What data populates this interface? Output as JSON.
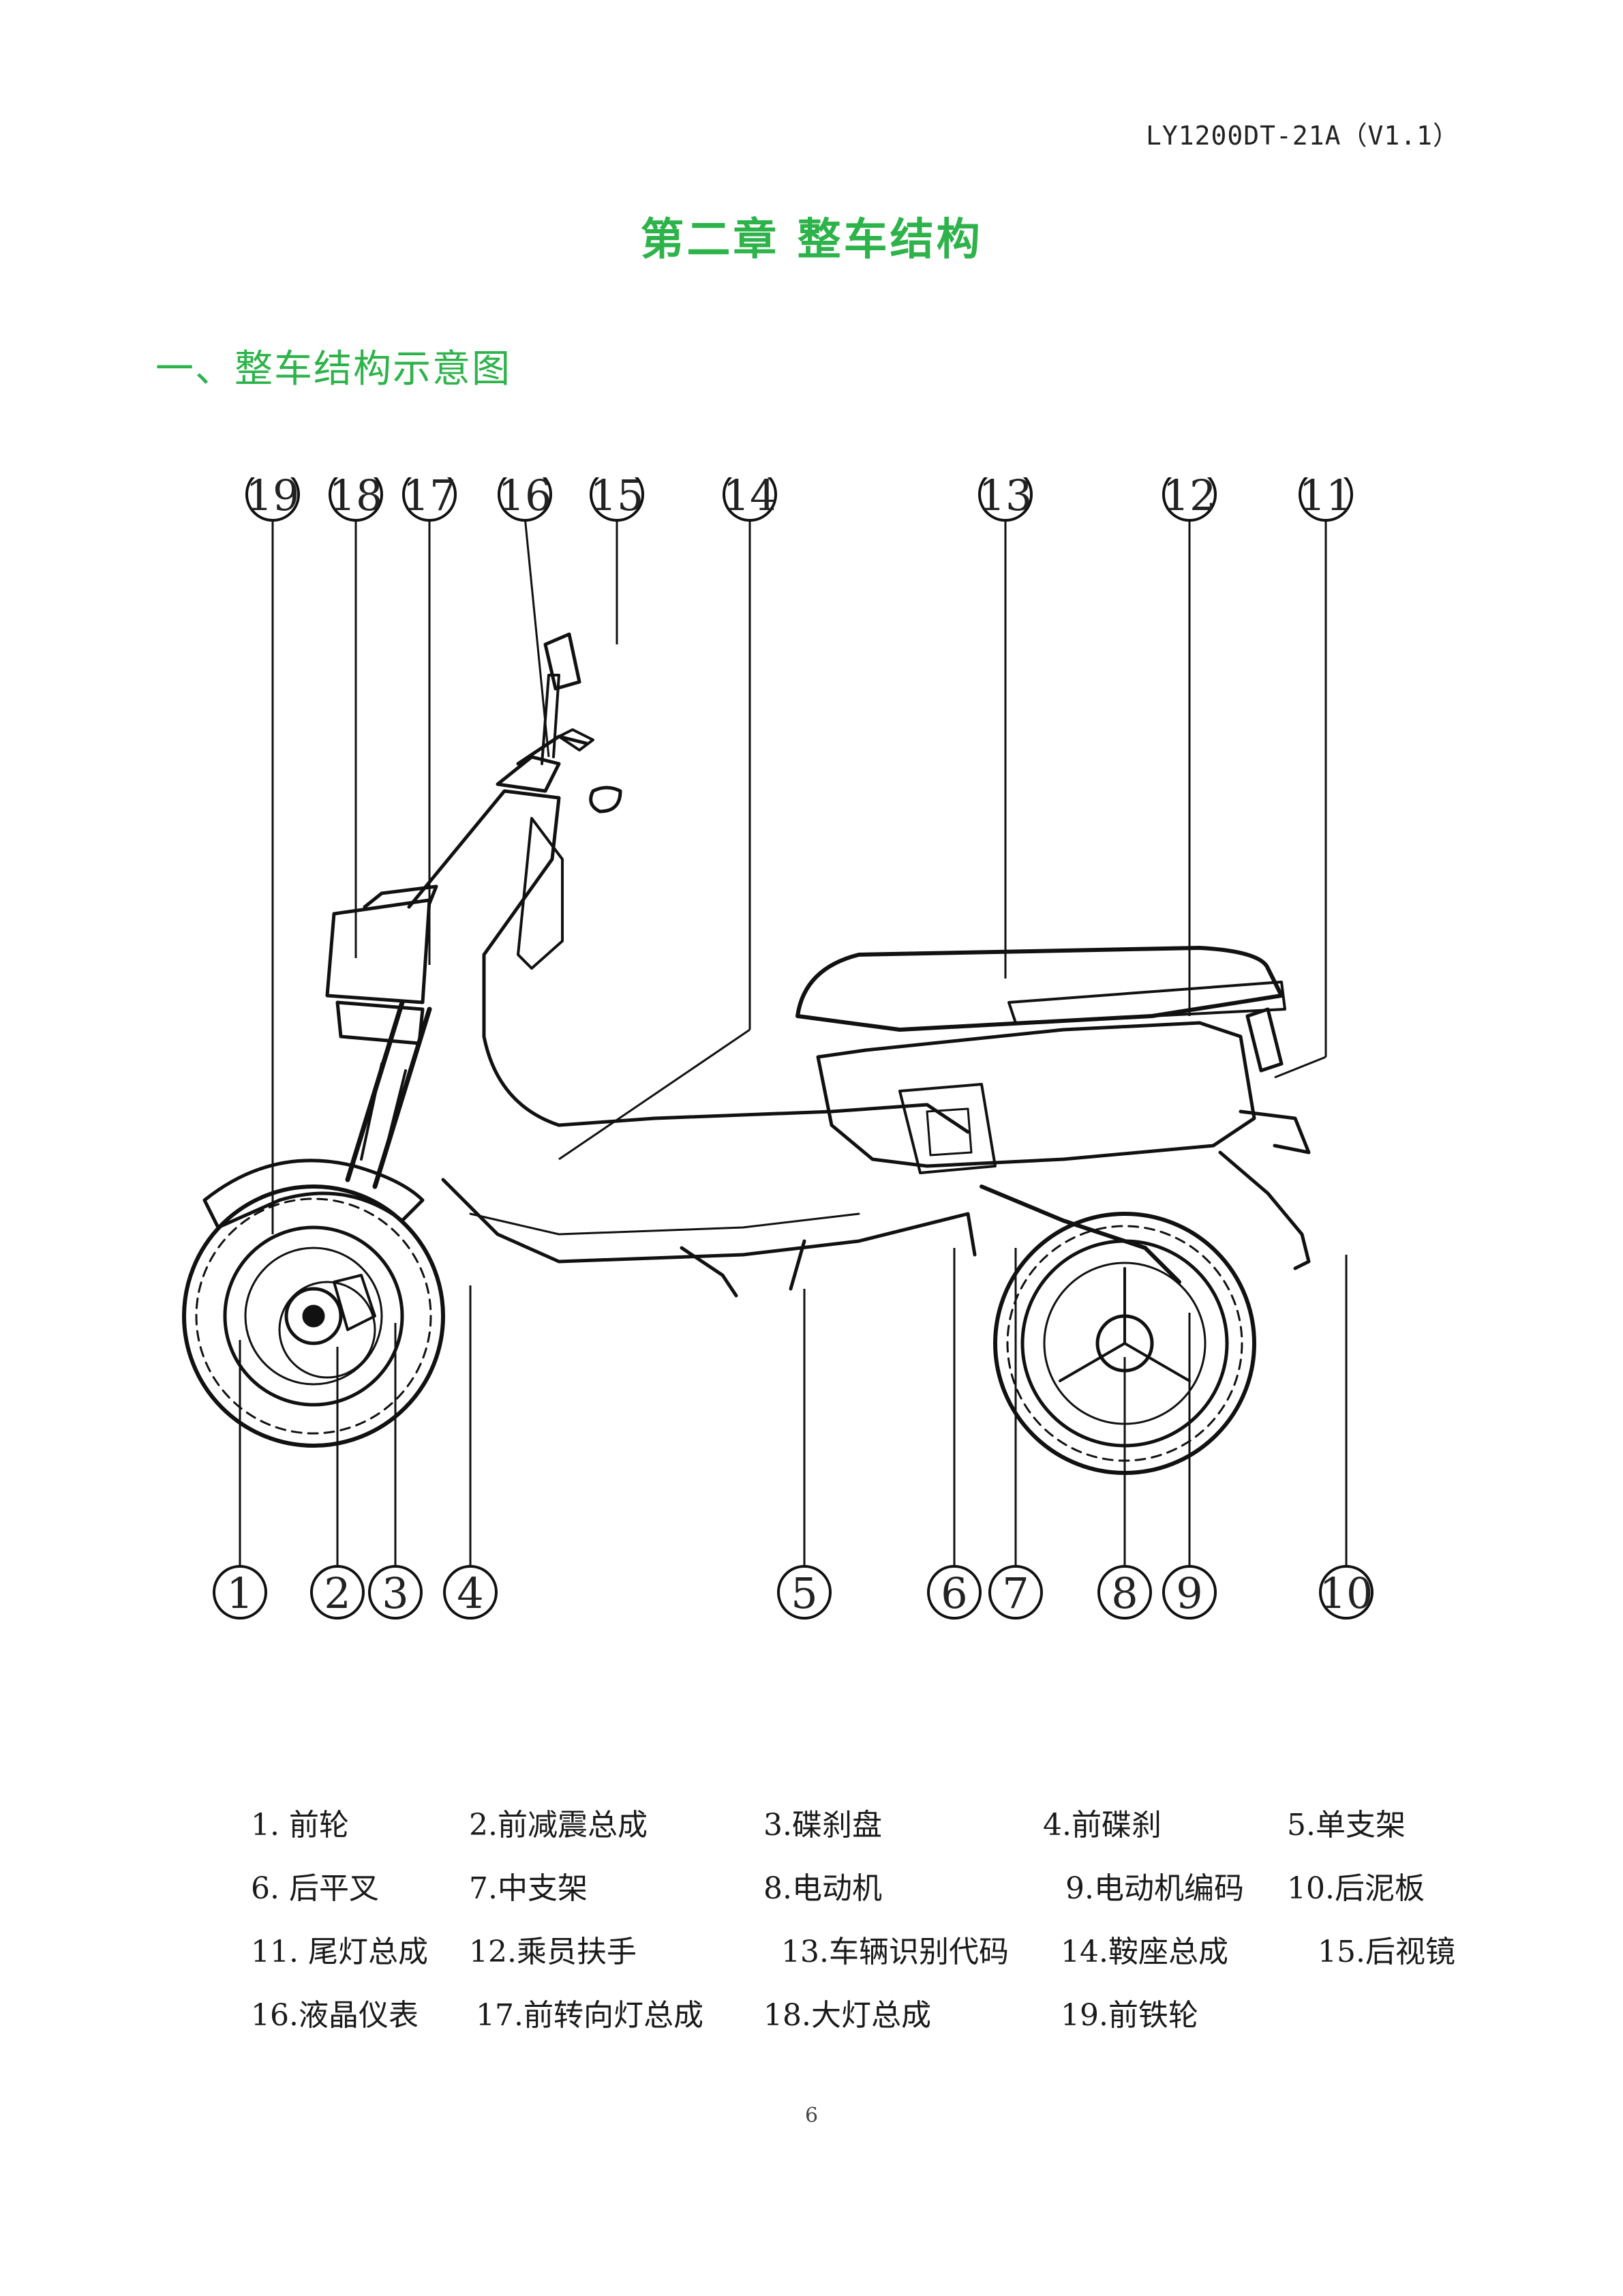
{
  "header": {
    "doc_code": "LY1200DT-21A（V1.1）"
  },
  "chapter": {
    "title": "第二章 整车结构"
  },
  "section": {
    "title": "一、整车结构示意图"
  },
  "figure": {
    "callouts_top": [
      "19",
      "18",
      "17",
      "16",
      "15",
      "14",
      "13",
      "12",
      "11"
    ],
    "callouts_bottom": [
      "1",
      "2",
      "3",
      "4",
      "5",
      "6",
      "7",
      "8",
      "9",
      "10"
    ]
  },
  "legend": {
    "rows": [
      [
        "1. 前轮",
        "2.前减震总成",
        "3.碟刹盘",
        "4.前碟刹",
        "5.单支架"
      ],
      [
        "6. 后平叉",
        "7.中支架",
        "8.电动机",
        "9.电动机编码",
        "10.后泥板"
      ],
      [
        "11. 尾灯总成",
        "12.乘员扶手",
        "13.车辆识别代码",
        "14.鞍座总成",
        "15.后视镜"
      ],
      [
        "16.液晶仪表",
        "17.前转向灯总成",
        "18.大灯总成",
        "19.前铁轮"
      ]
    ]
  },
  "page": {
    "number": "6"
  }
}
